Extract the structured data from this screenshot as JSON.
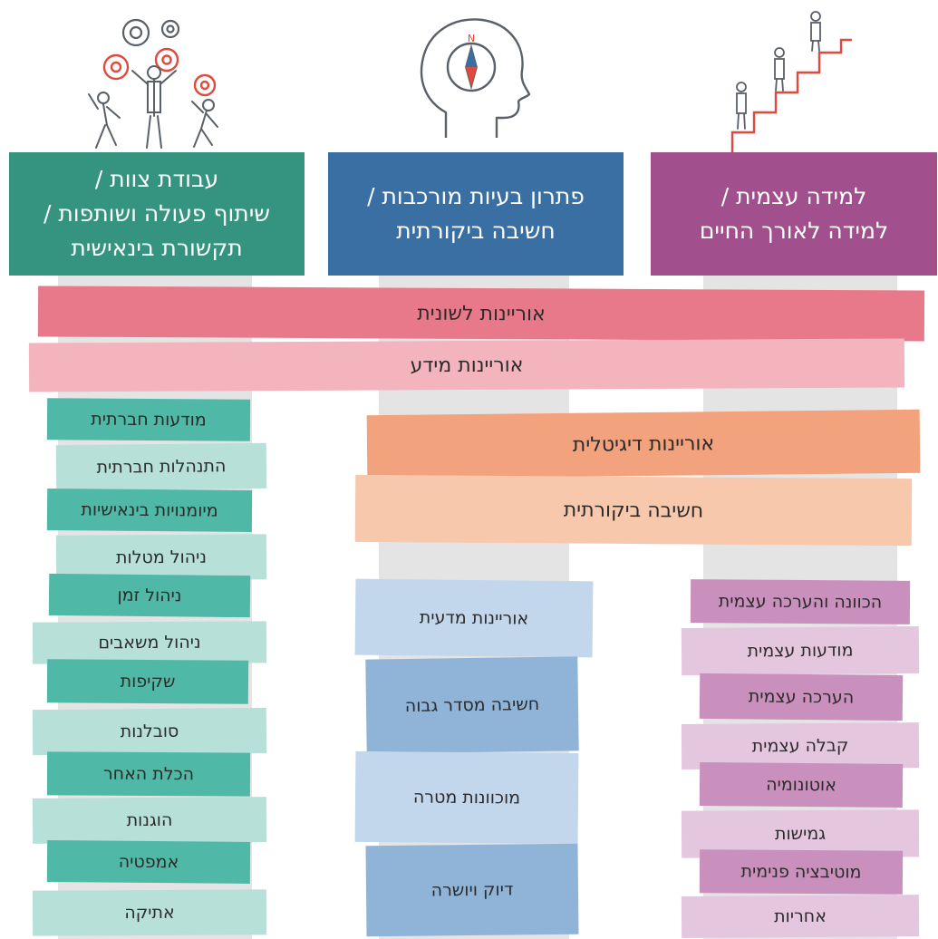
{
  "columns": [
    {
      "heading": [
        "עבודת צוות /",
        "שיתוף פעולה ושותפות /",
        "תקשורת בינאישית"
      ],
      "heading_color": "#35947f",
      "icon": "team-gears-icon",
      "skills": [
        "מודעות חברתית",
        "התנהלות חברתית",
        "מיומנויות בינאישיות",
        "ניהול מטלות",
        "ניהול זמן",
        "ניהול משאבים",
        "שקיפות",
        "סובלנות",
        "הכלת האחר",
        "הוגנות",
        "אמפטיה",
        "אתיקה"
      ]
    },
    {
      "heading": [
        "פתרון בעיות מורכבות /",
        "חשיבה ביקורתית"
      ],
      "heading_color": "#3a6fa4",
      "icon": "head-compass-icon",
      "skills": [
        "אוריינות מדעית",
        "חשיבה מסדר גבוה",
        "מוכוונות מטרה",
        "דיוק ויושרה"
      ]
    },
    {
      "heading": [
        "למידה עצמית /",
        "למידה לאורך החיים"
      ],
      "heading_color": "#a1508d",
      "icon": "stairs-climbing-icon",
      "skills": [
        "הכוונה והערכה עצמית",
        "מודעות עצמית",
        "הערכה עצמית",
        "קבלה עצמית",
        "אוטונומיה",
        "גמישות",
        "מוטיבציה פנימית",
        "אחריות"
      ]
    }
  ],
  "bands": {
    "language": "אוריינות לשונית",
    "information": "אוריינות מידע",
    "digital": "אוריינות דיגיטלית",
    "critical": "חשיבה ביקורתית"
  },
  "icons": {
    "compass_letter": "N"
  },
  "colors": {
    "teal": "#35947f",
    "blue": "#3a6fa4",
    "purple": "#a1508d",
    "language": "#e8798a",
    "information": "#f3b4be",
    "digital": "#f2a27c",
    "critical": "#f7c8ac",
    "accent_red": "#e0493c"
  }
}
